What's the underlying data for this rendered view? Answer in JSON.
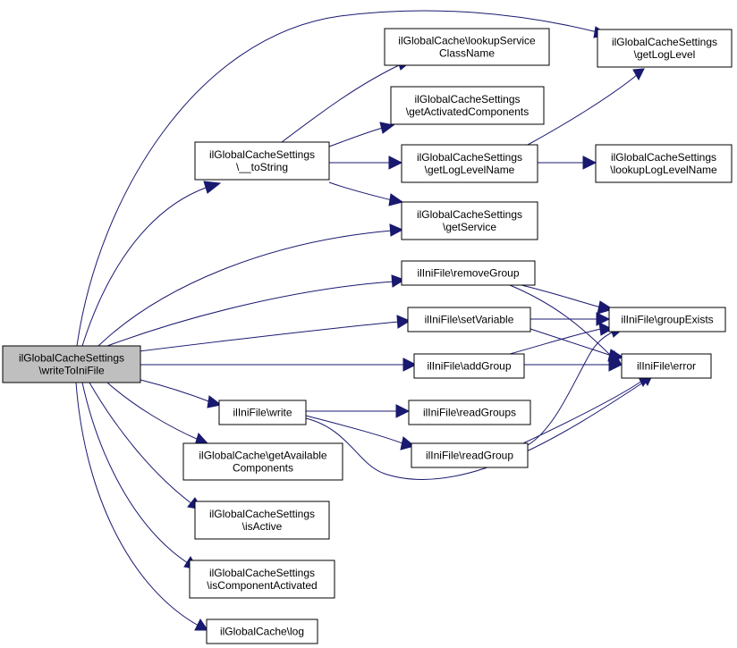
{
  "diagram": {
    "nodes": {
      "root": [
        "ilGlobalCacheSettings",
        "\\writeToIniFile"
      ],
      "toString": [
        "ilGlobalCacheSettings",
        "\\__toString"
      ],
      "lookupServiceClassName": [
        "ilGlobalCache\\lookupService",
        "ClassName"
      ],
      "getLogLevel": [
        "ilGlobalCacheSettings",
        "\\getLogLevel"
      ],
      "getActivatedComponents": [
        "ilGlobalCacheSettings",
        "\\getActivatedComponents"
      ],
      "getLogLevelName": [
        "ilGlobalCacheSettings",
        "\\getLogLevelName"
      ],
      "lookupLogLevelName": [
        "ilGlobalCacheSettings",
        "\\lookupLogLevelName"
      ],
      "getService": [
        "ilGlobalCacheSettings",
        "\\getService"
      ],
      "removeGroup": [
        "ilIniFile\\removeGroup"
      ],
      "setVariable": [
        "ilIniFile\\setVariable"
      ],
      "groupExists": [
        "ilIniFile\\groupExists"
      ],
      "addGroup": [
        "ilIniFile\\addGroup"
      ],
      "error": [
        "ilIniFile\\error"
      ],
      "write": [
        "ilIniFile\\write"
      ],
      "readGroups": [
        "ilIniFile\\readGroups"
      ],
      "readGroup": [
        "ilIniFile\\readGroup"
      ],
      "getAvailableComponents": [
        "ilGlobalCache\\getAvailable",
        "Components"
      ],
      "isActive": [
        "ilGlobalCacheSettings",
        "\\isActive"
      ],
      "isComponentActivated": [
        "ilGlobalCacheSettings",
        "\\isComponentActivated"
      ],
      "log": [
        "ilGlobalCache\\log"
      ]
    },
    "edges": [
      [
        "root",
        "toString"
      ],
      [
        "root",
        "getLogLevel"
      ],
      [
        "root",
        "getService"
      ],
      [
        "root",
        "removeGroup"
      ],
      [
        "root",
        "setVariable"
      ],
      [
        "root",
        "addGroup"
      ],
      [
        "root",
        "write"
      ],
      [
        "root",
        "getAvailableComponents"
      ],
      [
        "root",
        "isActive"
      ],
      [
        "root",
        "isComponentActivated"
      ],
      [
        "root",
        "log"
      ],
      [
        "toString",
        "lookupServiceClassName"
      ],
      [
        "toString",
        "getActivatedComponents"
      ],
      [
        "toString",
        "getLogLevelName"
      ],
      [
        "toString",
        "getService"
      ],
      [
        "getLogLevelName",
        "getLogLevel"
      ],
      [
        "getLogLevelName",
        "lookupLogLevelName"
      ],
      [
        "removeGroup",
        "groupExists"
      ],
      [
        "removeGroup",
        "error"
      ],
      [
        "setVariable",
        "groupExists"
      ],
      [
        "setVariable",
        "error"
      ],
      [
        "addGroup",
        "groupExists"
      ],
      [
        "addGroup",
        "error"
      ],
      [
        "write",
        "readGroups"
      ],
      [
        "write",
        "readGroup"
      ],
      [
        "write",
        "error"
      ],
      [
        "readGroup",
        "groupExists"
      ],
      [
        "readGroup",
        "error"
      ]
    ],
    "colors": {
      "edge": "#191970",
      "root_fill": "#bfbfbf",
      "node_fill": "#ffffff",
      "border": "#000000"
    }
  }
}
